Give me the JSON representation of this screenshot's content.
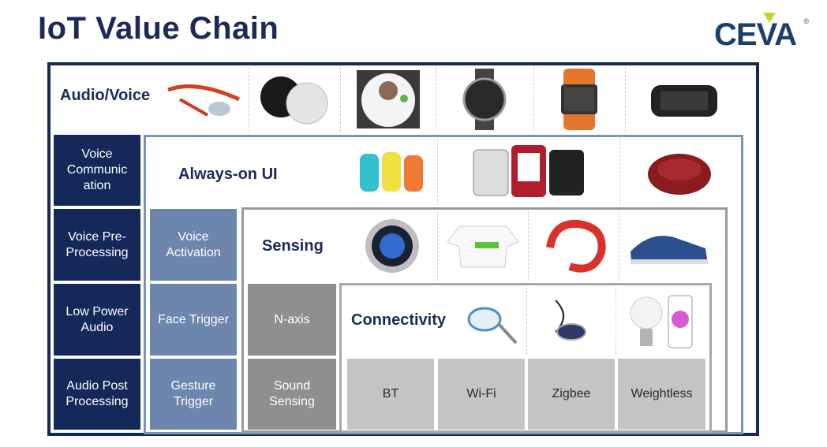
{
  "header": {
    "title": "IoT Value Chain",
    "logo_text": "CEVA",
    "logo_reg": "®"
  },
  "colors": {
    "navy": "#14295a",
    "mid_blue": "#6d86ad",
    "grey": "#8f8f8f",
    "light_grey": "#c4c4c4",
    "logo_accent": "#c6d42a"
  },
  "sections": {
    "audio_voice": "Audio/Voice",
    "always_on": "Always-on UI",
    "sensing": "Sensing",
    "connectivity": "Connectivity"
  },
  "column_audio": [
    "Voice Communic ation",
    "Voice Pre-Processing",
    "Low Power Audio",
    "Audio Post Processing"
  ],
  "column_always_on": [
    "Voice Activation",
    "Face Trigger",
    "Gesture Trigger"
  ],
  "column_sensing": [
    "N-axis",
    "Sound Sensing"
  ],
  "column_connectivity": [
    "BT",
    "Wi-Fi",
    "Zigbee",
    "Weightless"
  ],
  "device_images": {
    "audio_voice": [
      "glasses-icon",
      "speaker-icon",
      "round-smartwatch-icon",
      "smartwatch-icon",
      "gear-watch-icon",
      "bluetooth-speaker-icon"
    ],
    "always_on": [
      "fitness-bands-icon",
      "pebble-watches-icon",
      "robot-vacuum-icon"
    ],
    "sensing": [
      "thermostat-icon",
      "baby-onesie-icon",
      "jawbone-band-icon",
      "sneaker-sensor-icon"
    ],
    "connectivity": [
      "key-tracker-icon",
      "pendant-tracker-icon",
      "smart-bulb-icon"
    ]
  }
}
